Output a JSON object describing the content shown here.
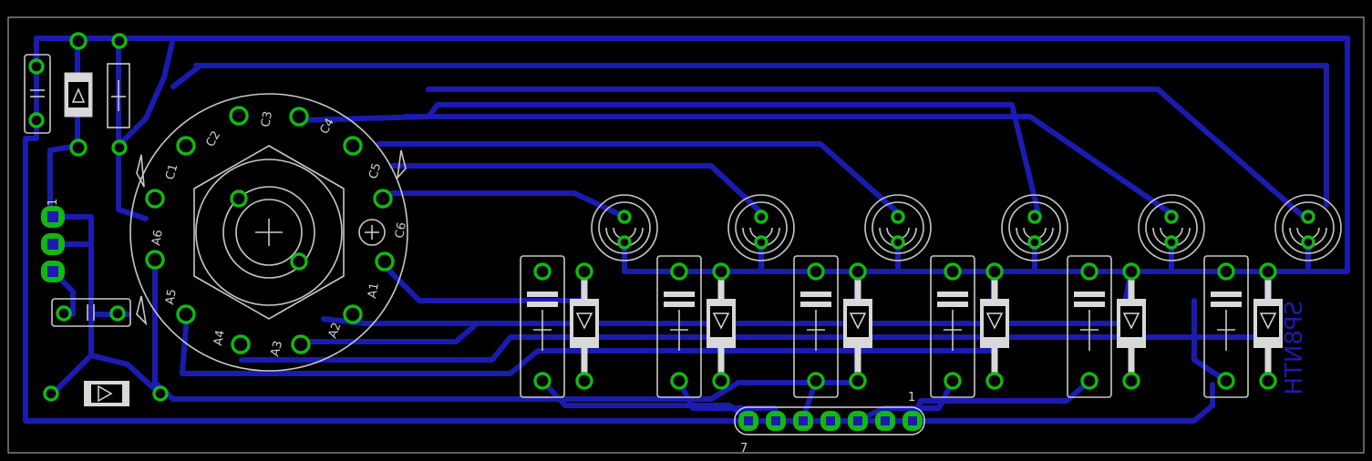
{
  "board": {
    "background_color": "#000000",
    "trace_color": "#1b1bb0",
    "pad_color": "#12b812",
    "silk_color": "#c8c8c8"
  },
  "switch_labels": [
    "C1",
    "C2",
    "C3",
    "C4",
    "C5",
    "C6",
    "A1",
    "A2",
    "A3",
    "A4",
    "A5",
    "A6"
  ],
  "connector_labels": {
    "pin1": "1",
    "pin7": "7",
    "left_header_pin1": "1"
  },
  "board_text": "SP8NTH"
}
